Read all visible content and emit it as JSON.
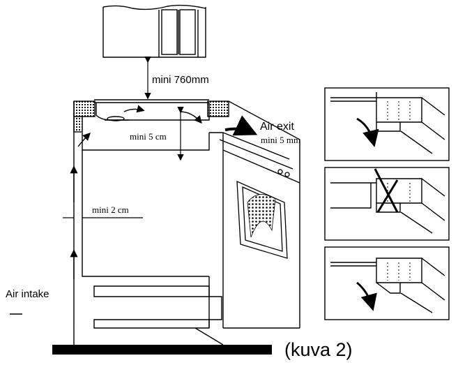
{
  "labels": {
    "min_height": "mini 760mm",
    "air_exit": "Air exit",
    "min_5mm": "mini 5 mm",
    "min_5cm": "mini 5 cm",
    "min_2cm": "mini 2 cm",
    "air_intake": "Air intake",
    "caption": "(kuva 2)"
  },
  "details": [
    {
      "id": "detail-top",
      "status": "correct"
    },
    {
      "id": "detail-middle",
      "status": "incorrect"
    },
    {
      "id": "detail-bottom",
      "status": "correct"
    }
  ]
}
